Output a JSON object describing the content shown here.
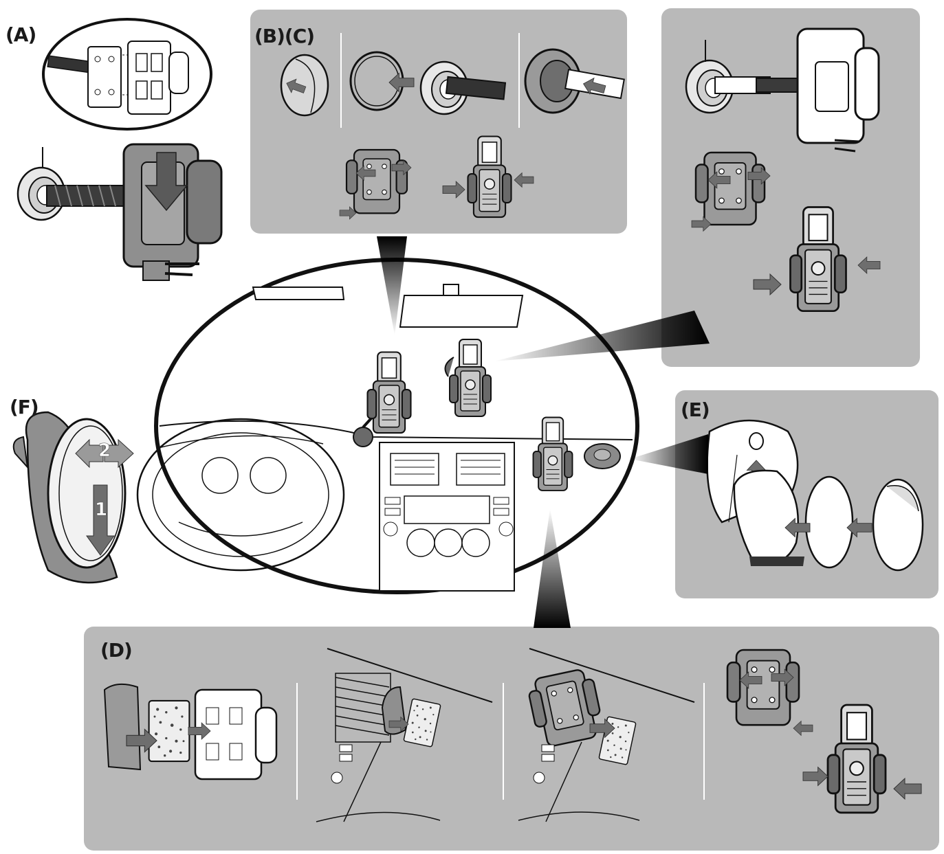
{
  "labels": {
    "a": "(A)",
    "bc": "(B)(C)",
    "d": "(D)",
    "e": "(E)",
    "f": "(F)",
    "f_step1": "1",
    "f_step2": "2"
  },
  "colors": {
    "panel": "#b9b9b9",
    "device": "#8f8f8f",
    "device_dark": "#5e5e5e",
    "arrow": "#6e6e6e",
    "outline": "#111111",
    "pad": "#eeeeee"
  },
  "icons": {
    "holder": "phone-holder-icon",
    "phone": "phone-icon",
    "suction": "suction-cup-icon",
    "arrow": "arrow-icon"
  }
}
